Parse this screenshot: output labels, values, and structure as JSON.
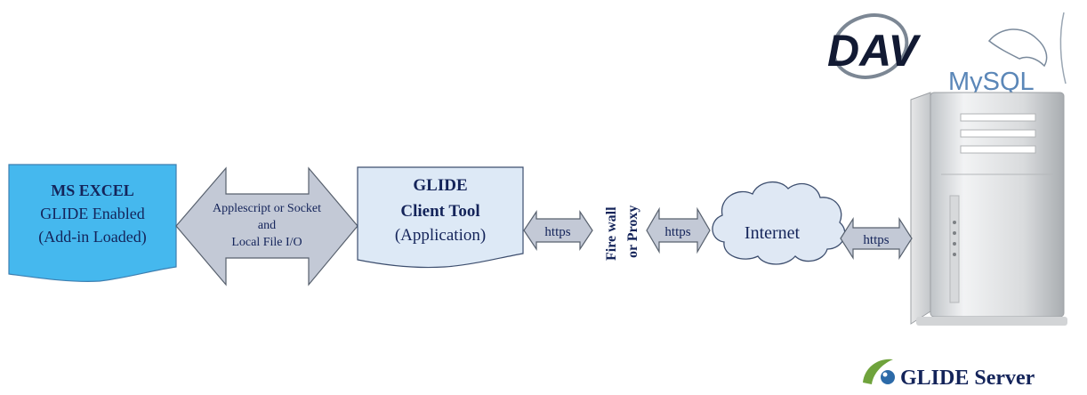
{
  "logos": {
    "dav": "DAV",
    "mysql": "MySQL",
    "glide_server": "GLIDE Server"
  },
  "excel_box": {
    "line1": "MS EXCEL",
    "line2": "GLIDE Enabled",
    "line3": "(Add-in Loaded)"
  },
  "big_arrow": {
    "line1": "Applescript or Socket",
    "line2": "and",
    "line3": "Local File I/O"
  },
  "client_box": {
    "line1": "GLIDE",
    "line2": "Client Tool",
    "line3": "(Application)"
  },
  "arrows": {
    "https_1": "https",
    "https_2": "https",
    "https_3": "https"
  },
  "firewall": {
    "line1": "Fire wall",
    "line2": "or Proxy"
  },
  "cloud": {
    "label": "Internet"
  },
  "colors": {
    "excel_fill": "#45b8ee",
    "client_fill": "#dde9f6",
    "arrow_fill": "#c3c9d6",
    "text": "#14245a"
  },
  "icons": [
    "dav-logo",
    "mysql-logo",
    "server-tower-icon",
    "glide-logo-icon",
    "cloud-icon"
  ]
}
